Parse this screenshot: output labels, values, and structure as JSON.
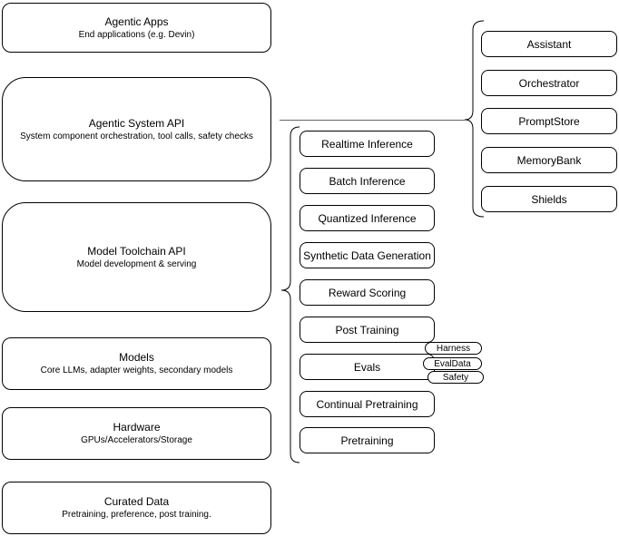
{
  "diagram": {
    "left_column": [
      {
        "title": "Agentic Apps",
        "subtitle": "End applications (e.g. Devin)"
      },
      {
        "title": "Agentic System API",
        "subtitle": "System component orchestration, tool calls, safety checks"
      },
      {
        "title": "Model Toolchain API",
        "subtitle": "Model development & serving"
      },
      {
        "title": "Models",
        "subtitle": "Core LLMs, adapter weights, secondary models"
      },
      {
        "title": "Hardware",
        "subtitle": "GPUs/Accelerators/Storage"
      },
      {
        "title": "Curated Data",
        "subtitle": "Pretraining, preference, post training."
      }
    ],
    "toolchain": {
      "items": [
        "Realtime Inference",
        "Batch Inference",
        "Quantized Inference",
        "Synthetic Data Generation",
        "Reward Scoring",
        "Post Training",
        "Evals",
        "Continual Pretraining",
        "Pretraining"
      ],
      "eval_tags": [
        "Harness",
        "EvalData",
        "Safety"
      ]
    },
    "system_components": {
      "items": [
        "Assistant",
        "Orchestrator",
        "PromptStore",
        "MemoryBank",
        "Shields"
      ]
    },
    "colors": {
      "stroke": "#000000",
      "fill": "#ffffff",
      "connector": "#666666",
      "background": "#ffffff"
    }
  }
}
